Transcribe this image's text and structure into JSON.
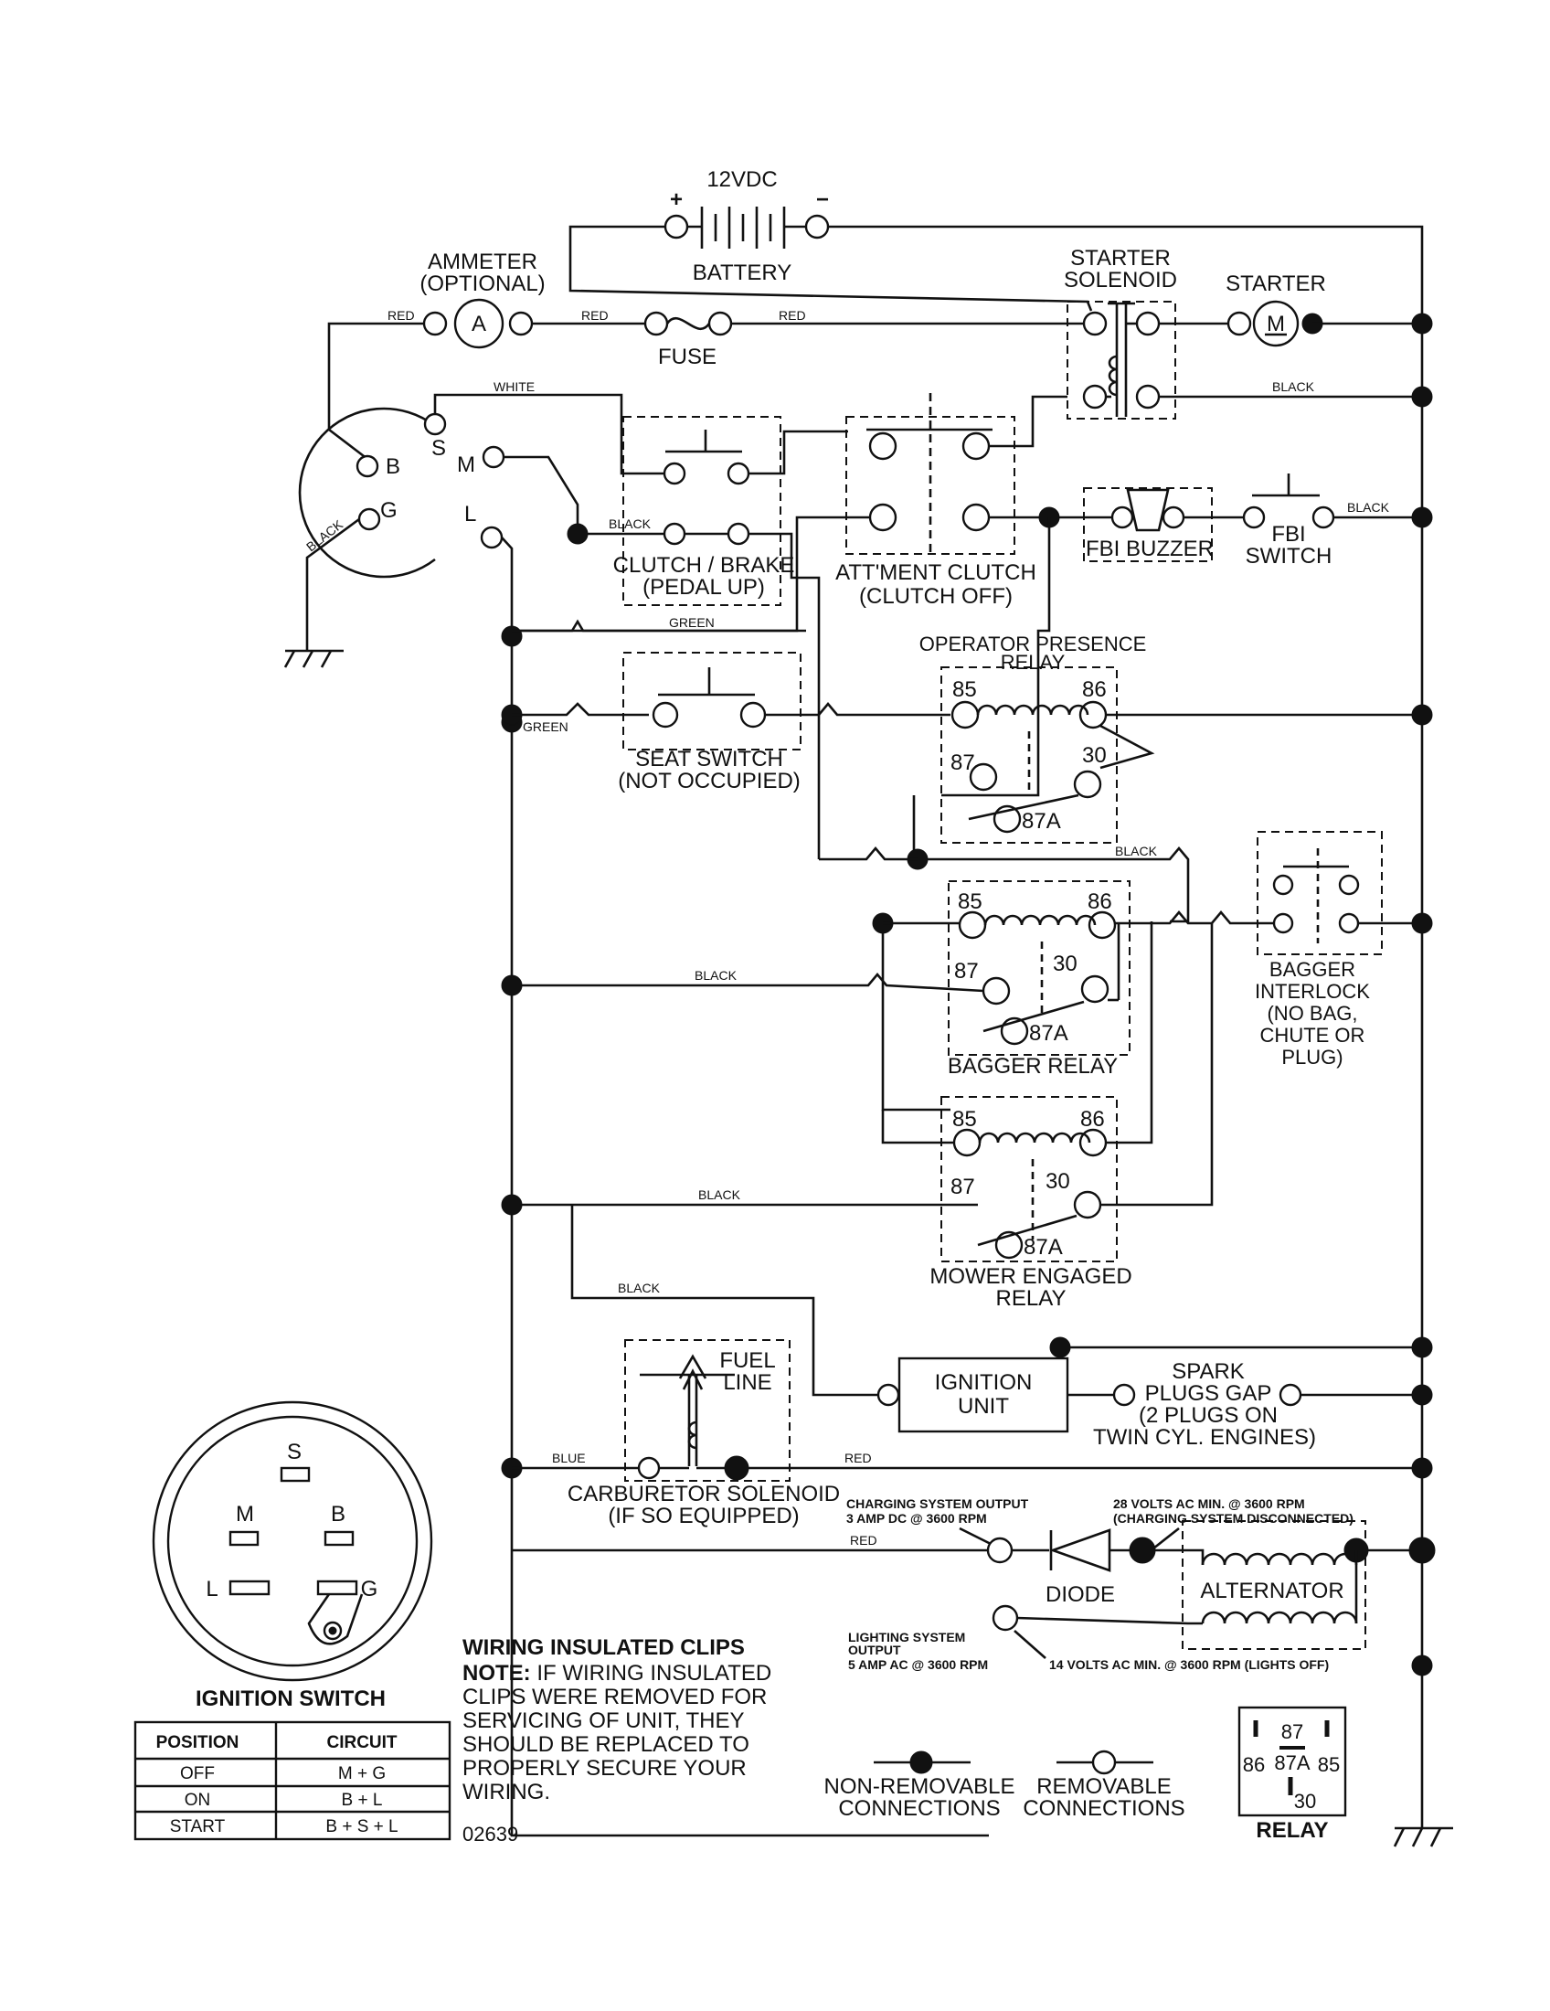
{
  "battery": {
    "voltage": "12VDC",
    "label": "BATTERY",
    "plus": "+",
    "minus": "−"
  },
  "ammeter": {
    "line1": "AMMETER",
    "line2": "(OPTIONAL)",
    "symbol": "A"
  },
  "fuse": "FUSE",
  "starter_solenoid": {
    "line1": "STARTER",
    "line2": "SOLENOID"
  },
  "starter": {
    "label": "STARTER",
    "symbol": "M"
  },
  "ignition_terminals": {
    "s": "S",
    "b": "B",
    "m": "M",
    "g": "G",
    "l": "L"
  },
  "wire_labels": {
    "red1": "RED",
    "red2": "RED",
    "red3": "RED",
    "red4": "RED",
    "red5": "RED",
    "white": "WHITE",
    "black_gnd": "BLACK",
    "black_starter": "BLACK",
    "black_clutch": "BLACK",
    "black_fbi": "BLACK",
    "black_opr": "BLACK",
    "black_bagger": "BLACK",
    "black_mower": "BLACK",
    "black_ign": "BLACK",
    "green1": "GREEN",
    "green2": "GREEN",
    "blue": "BLUE"
  },
  "clutch_brake": {
    "line1": "CLUTCH / BRAKE",
    "line2": "(PEDAL UP)"
  },
  "attachment_clutch": {
    "line1": "ATT'MENT CLUTCH",
    "line2": "(CLUTCH OFF)"
  },
  "fbi_buzzer": "FBI BUZZER",
  "fbi_switch": {
    "line1": "FBI",
    "line2": "SWITCH"
  },
  "seat_switch": {
    "line1": "SEAT SWITCH",
    "line2": "(NOT OCCUPIED)"
  },
  "operator_relay": {
    "line1": "OPERATOR PRESENCE",
    "line2": "RELAY"
  },
  "bagger_relay": "BAGGER RELAY",
  "mower_relay": {
    "line1": "MOWER ENGAGED",
    "line2": "RELAY"
  },
  "relay_pins": {
    "p85": "85",
    "p86": "86",
    "p87": "87",
    "p30": "30",
    "p87a": "87A"
  },
  "bagger_interlock": {
    "line1": "BAGGER",
    "line2": "INTERLOCK",
    "line3": "(NO BAG,",
    "line4": "CHUTE OR",
    "line5": "PLUG)"
  },
  "fuel_line": {
    "line1": "FUEL",
    "line2": "LINE"
  },
  "ignition_unit": {
    "line1": "IGNITION",
    "line2": "UNIT"
  },
  "spark_plugs": {
    "line1": "SPARK",
    "line2": "PLUGS GAP",
    "line3": "(2 PLUGS ON",
    "line4": "TWIN CYL. ENGINES)"
  },
  "carburetor": {
    "line1": "CARBURETOR SOLENOID",
    "line2": "(IF SO EQUIPPED)"
  },
  "charging_output": {
    "line1": "CHARGING SYSTEM OUTPUT",
    "line2": "3 AMP DC @ 3600 RPM"
  },
  "ac_min": {
    "line1": "28 VOLTS AC MIN. @ 3600 RPM",
    "line2": "(CHARGING SYSTEM DISCONNECTED)"
  },
  "diode": "DIODE",
  "alternator": "ALTERNATOR",
  "lighting_output": {
    "line1": "LIGHTING SYSTEM",
    "line2": "OUTPUT",
    "line3": "5 AMP AC @ 3600 RPM"
  },
  "lights_off": "14 VOLTS AC MIN. @ 3600 RPM (LIGHTS OFF)",
  "ignition_switch_face": {
    "s": "S",
    "m": "M",
    "b": "B",
    "l": "L",
    "g": "G"
  },
  "ignition_switch_title": "IGNITION SWITCH",
  "ignition_table": {
    "headers": [
      "POSITION",
      "CIRCUIT"
    ],
    "rows": [
      [
        "OFF",
        "M + G"
      ],
      [
        "ON",
        "B + L"
      ],
      [
        "START",
        "B + S + L"
      ]
    ]
  },
  "clips_note": {
    "title": "WIRING INSULATED CLIPS",
    "note_prefix": "NOTE:",
    "lines": [
      " IF WIRING INSULATED",
      "CLIPS WERE REMOVED FOR",
      "SERVICING OF UNIT, THEY",
      "SHOULD BE REPLACED TO",
      "PROPERLY SECURE YOUR",
      " WIRING."
    ]
  },
  "diagram_number": "02639",
  "legend": {
    "nonremovable_line1": "NON-REMOVABLE",
    "nonremovable_line2": "CONNECTIONS",
    "removable_line1": "REMOVABLE",
    "removable_line2": "CONNECTIONS"
  },
  "relay_key": {
    "p87": "87",
    "p86": "86",
    "p87a": "87A",
    "p85": "85",
    "p30": "30",
    "label": "RELAY"
  }
}
